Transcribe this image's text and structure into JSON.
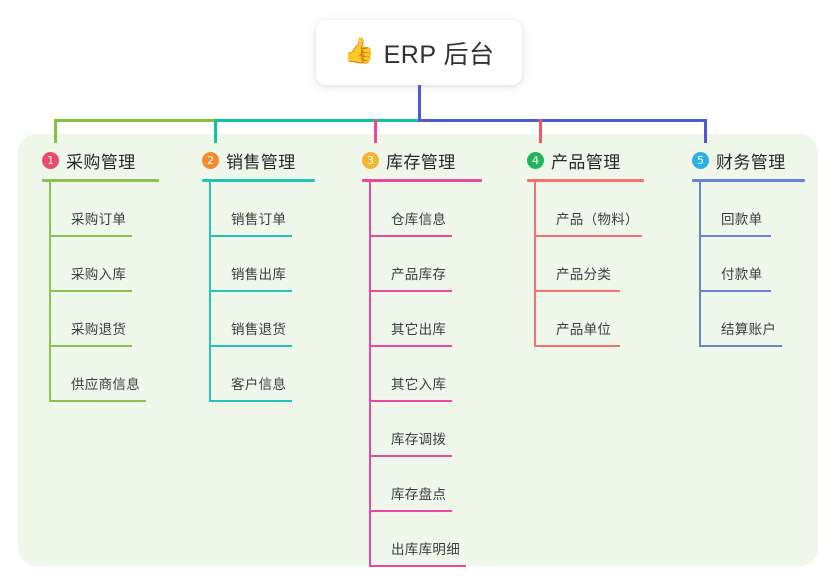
{
  "root": {
    "emoji": "👍",
    "emoji_name": "thumbs-up-icon",
    "title": "ERP 后台"
  },
  "colors": {
    "panel_bg": "#eef7e9",
    "card_bg": "#ffffff",
    "trunk_green": "#81c241",
    "trunk_teal": "#0fc3a3",
    "trunk_blue": "#4e5ad4",
    "drop_green": "#81c241",
    "drop_teal": "#0fc3a3",
    "drop_pink": "#ec4899",
    "drop_red": "#f4565c",
    "drop_blue": "#4e5ad4",
    "stem_blue": "#4e5ad4"
  },
  "columns": [
    {
      "number": "1",
      "title": "采购管理",
      "badge_color": "#f0486b",
      "accent": "#8cc152",
      "underline_width": 117,
      "items": [
        {
          "label": "采购订单",
          "underline_width": 83
        },
        {
          "label": "采购入库",
          "underline_width": 83
        },
        {
          "label": "采购退货",
          "underline_width": 83
        },
        {
          "label": "供应商信息",
          "underline_width": 97
        }
      ]
    },
    {
      "number": "2",
      "title": "销售管理",
      "badge_color": "#f58b30",
      "accent": "#22c4b4",
      "underline_width": 113,
      "items": [
        {
          "label": "销售订单",
          "underline_width": 83
        },
        {
          "label": "销售出库",
          "underline_width": 83
        },
        {
          "label": "销售退货",
          "underline_width": 83
        },
        {
          "label": "客户信息",
          "underline_width": 83
        }
      ]
    },
    {
      "number": "3",
      "title": "库存管理",
      "badge_color": "#f5b431",
      "accent": "#e8499c",
      "underline_width": 120,
      "items": [
        {
          "label": "仓库信息",
          "underline_width": 83
        },
        {
          "label": "产品库存",
          "underline_width": 83
        },
        {
          "label": "其它出库",
          "underline_width": 83
        },
        {
          "label": "其它入库",
          "underline_width": 83
        },
        {
          "label": "库存调拨",
          "underline_width": 83
        },
        {
          "label": "库存盘点",
          "underline_width": 83
        },
        {
          "label": "出库库明细",
          "underline_width": 97
        }
      ]
    },
    {
      "number": "4",
      "title": "产品管理",
      "badge_color": "#22b45e",
      "accent": "#f4726c",
      "underline_width": 117,
      "items": [
        {
          "label": "产品（物料）",
          "underline_width": 108
        },
        {
          "label": "产品分类",
          "underline_width": 86
        },
        {
          "label": "产品单位",
          "underline_width": 86
        }
      ]
    },
    {
      "number": "5",
      "title": "财务管理",
      "badge_color": "#2cb0ea",
      "accent": "#6a82d6",
      "underline_width": 113,
      "items": [
        {
          "label": "回款单",
          "underline_width": 72
        },
        {
          "label": "付款单",
          "underline_width": 72
        },
        {
          "label": "结算账户",
          "underline_width": 83
        }
      ]
    }
  ]
}
